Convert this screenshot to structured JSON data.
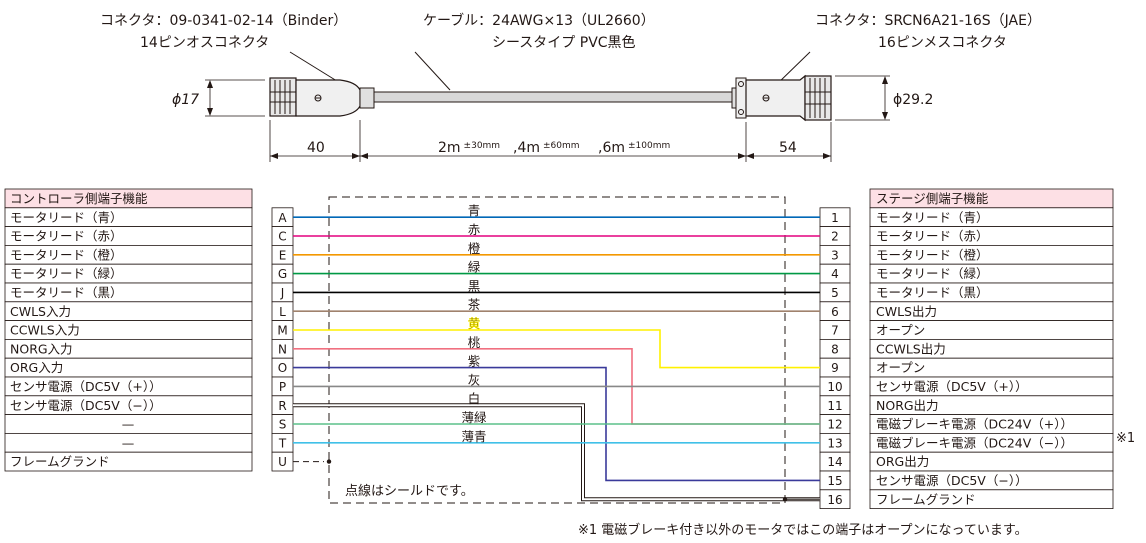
{
  "connectors": {
    "left_title": "コネクタ：09-0341-02-14（Binder）",
    "left_sub": "14ピンオスコネクタ",
    "cable_title": "ケーブル：24AWG×13（UL2660）",
    "cable_sub": "シースタイプ PVC黒色",
    "right_title": "コネクタ：SRCN6A21-16S（JAE）",
    "right_sub": "16ピンメスコネクタ"
  },
  "dimensions": {
    "left_diameter": "ϕ17",
    "right_diameter": "ϕ29.2",
    "left_length": "40",
    "right_length": "54",
    "lengths": [
      {
        "base": "2m",
        "tol": "±30mm"
      },
      {
        "base": ",4m",
        "tol": "±60mm"
      },
      {
        "base": ",6m",
        "tol": "±100mm"
      }
    ]
  },
  "left_table": {
    "header": "コントローラ側端子機能",
    "rows": [
      "モータリード（青）",
      "モータリード（赤）",
      "モータリード（橙）",
      "モータリード（緑）",
      "モータリード（黒）",
      "CWLS入力",
      "CCWLS入力",
      "NORG入力",
      "ORG入力",
      "センサ電源（DC5V（+））",
      "センサ電源（DC5V（−））",
      "—",
      "—",
      "フレームグランド"
    ]
  },
  "left_pins": [
    "A",
    "C",
    "E",
    "G",
    "J",
    "L",
    "M",
    "N",
    "O",
    "P",
    "R",
    "S",
    "T",
    "U"
  ],
  "right_table": {
    "header": "ステージ側端子機能",
    "rows": [
      "モータリード（青）",
      "モータリード（赤）",
      "モータリード（橙）",
      "モータリード（緑）",
      "モータリード（黒）",
      "CWLS出力",
      "オープン",
      "CCWLS出力",
      "オープン",
      "センサ電源（DC5V（+））",
      "NORG出力",
      "電磁ブレーキ電源（DC24V（+））",
      "電磁ブレーキ電源（DC24V（−））",
      "ORG出力",
      "センサ電源（DC5V（−））",
      "フレームグランド"
    ]
  },
  "right_pins": [
    "1",
    "2",
    "3",
    "4",
    "5",
    "6",
    "7",
    "8",
    "9",
    "10",
    "11",
    "12",
    "13",
    "14",
    "15",
    "16"
  ],
  "wires": [
    {
      "label": "青",
      "color": "#0068b7",
      "from": 0,
      "to": 1
    },
    {
      "label": "赤",
      "color": "#e4007f",
      "from": 1,
      "to": 2
    },
    {
      "label": "橙",
      "color": "#f39800",
      "from": 2,
      "to": 3
    },
    {
      "label": "緑",
      "color": "#009944",
      "from": 3,
      "to": 4
    },
    {
      "label": "黒",
      "color": "#000000",
      "from": 4,
      "to": 5
    },
    {
      "label": "茶",
      "color": "#a0826d",
      "from": 5,
      "to": 6
    },
    {
      "label": "黄",
      "color": "#fff100",
      "from": 6,
      "to": 8
    },
    {
      "label": "桃",
      "color": "#f07080",
      "from": 7,
      "to": 11
    },
    {
      "label": "紫",
      "color": "#3a3a9a",
      "from": 8,
      "to": 14
    },
    {
      "label": "灰",
      "color": "#888888",
      "from": 9,
      "to": 10
    },
    {
      "label": "白",
      "color": "#000000",
      "from": 10,
      "to": 15
    },
    {
      "label": "薄緑",
      "color": "#5bc08a",
      "from": 11,
      "to": 12
    },
    {
      "label": "薄青",
      "color": "#40c0e8",
      "from": 12,
      "to": 13
    }
  ],
  "shield_note": "点線はシールドです。",
  "side_mark": "※1",
  "footnote": "※1  電磁ブレーキ付き以外のモータではこの端子はオープンになっています。"
}
